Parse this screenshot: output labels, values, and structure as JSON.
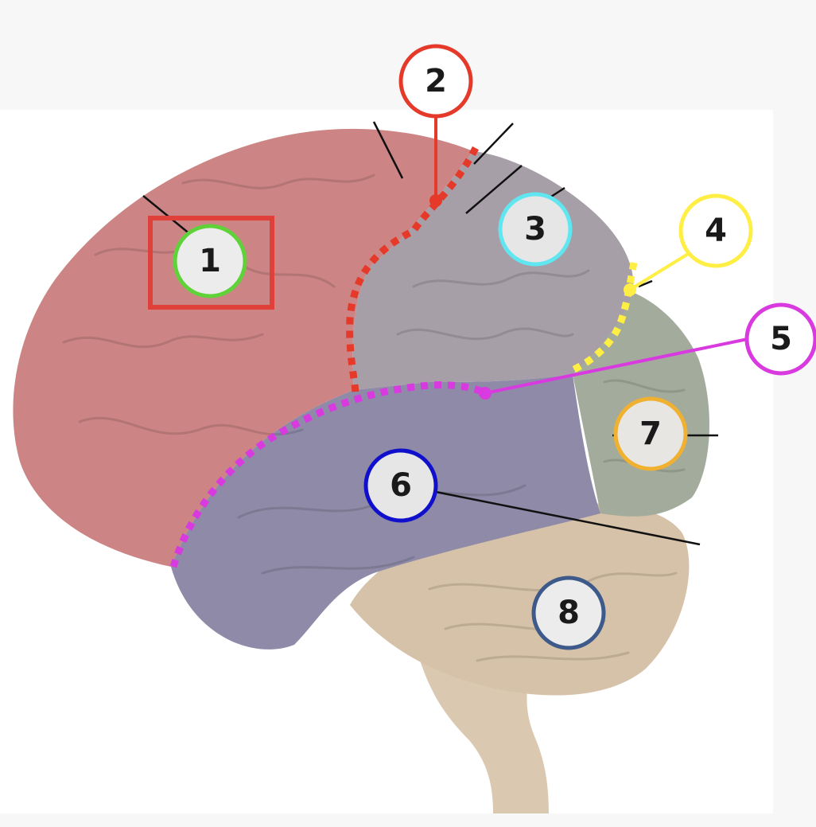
{
  "labels": [
    {
      "id": "1",
      "text": "1",
      "color": "#5fd23a"
    },
    {
      "id": "2",
      "text": "2",
      "color": "#e53a2a"
    },
    {
      "id": "3",
      "text": "3",
      "color": "#5fe6f0"
    },
    {
      "id": "4",
      "text": "4",
      "color": "#ffee44"
    },
    {
      "id": "5",
      "text": "5",
      "color": "#d83ae0"
    },
    {
      "id": "6",
      "text": "6",
      "color": "#1010cc"
    },
    {
      "id": "7",
      "text": "7",
      "color": "#f0b030"
    },
    {
      "id": "8",
      "text": "8",
      "color": "#3d5a8a"
    }
  ],
  "colors": {
    "frontal_lobe": "#cc8484",
    "parietal_lobe": "#a79fa8",
    "temporal_lobe": "#8e8aa8",
    "occipital_lobe": "#a3ac9c",
    "cerebellum_brainstem": "#d6c2a8",
    "highlight_box": "#e0403a",
    "label_fill": "#ececec"
  },
  "icons": {
    "label_marker": "numbered-circle",
    "highlight": "square-outline"
  }
}
